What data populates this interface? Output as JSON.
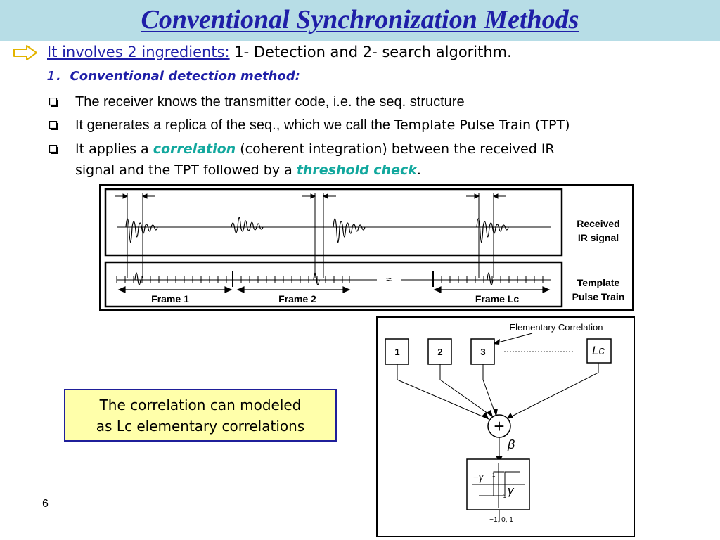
{
  "slide": {
    "title": "Conventional Synchronization Methods",
    "intro": {
      "lead": "It involves 2 ingredients:",
      "rest": " 1- Detection and 2- search algorithm."
    },
    "subheading": {
      "number": "1.",
      "text": "Conventional detection method:"
    },
    "bullets": [
      {
        "text": "The receiver knows the transmitter code, i.e. the seq. structure"
      },
      {
        "pre": "It generates a replica of the seq., which we call the ",
        "post": "Template Pulse Train (TPT)"
      },
      {
        "pre": "It applies a ",
        "kw1": "correlation",
        "mid": " (coherent integration) between the received IR",
        "line2pre": "signal and the TPT followed by a ",
        "kw2": "threshold check",
        "end": "."
      }
    ],
    "figure1": {
      "received_label_1": "Received",
      "received_label_2": "IR signal",
      "template_label_1": "Template",
      "template_label_2": "Pulse Train",
      "frames": [
        "Frame 1",
        "Frame 2",
        "Frame Lc"
      ],
      "break_symbol": "≈"
    },
    "figure2": {
      "caption": "Elementary Correlation",
      "boxes": [
        "1",
        "2",
        "3"
      ],
      "last_box": "Lc",
      "sum_symbol": "+",
      "beta": "β",
      "gamma": "γ",
      "plus_one": "1",
      "minus_one": "−1",
      "axis_text": "−1,   0, 1"
    },
    "callout": {
      "line1": "The correlation can modeled",
      "line2": "as Lc elementary correlations"
    },
    "page_number": "6",
    "colors": {
      "title": "#1f1fa8",
      "title_bar": "#b7dde6",
      "keyword": "#13a89e",
      "callout_bg": "#ffffaa"
    }
  }
}
